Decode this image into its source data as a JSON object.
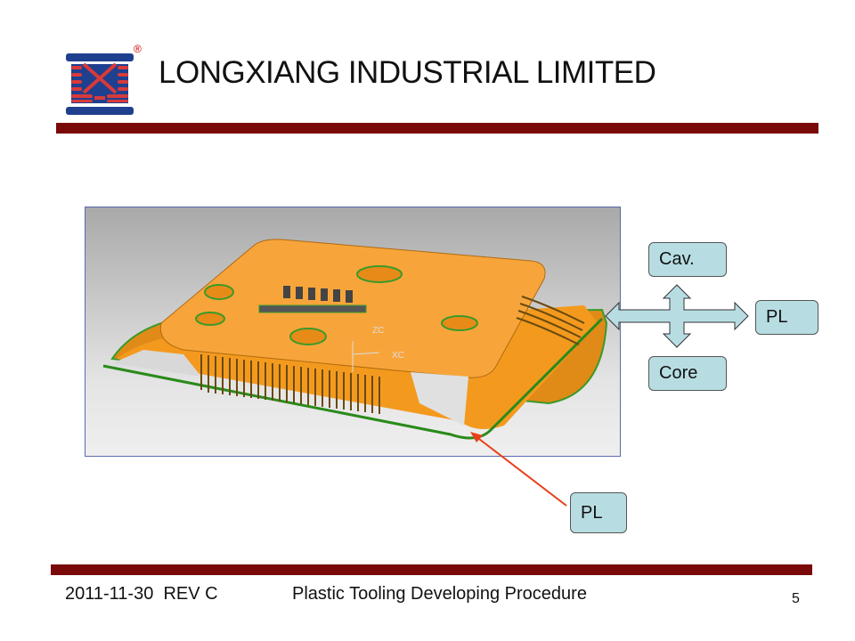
{
  "header": {
    "company_name": "LONGXIANG INDUSTRIAL LIMITED",
    "registered_mark": "®"
  },
  "figure": {
    "axis_labels": {
      "z": "ZC",
      "x": "XC"
    }
  },
  "labels": {
    "cavity": "Cav.",
    "parting_line_right": "PL",
    "core": "Core",
    "parting_line_bottom": "PL"
  },
  "footer": {
    "date_rev": "2011-11-30  REV C",
    "document_title": "Plastic Tooling Developing Procedure",
    "page_number": "5"
  },
  "colors": {
    "brand_red": "#7a0a0a",
    "callout_fill": "#b7dde3",
    "part_orange": "#f39a1e",
    "pointer_red": "#e8401a"
  }
}
